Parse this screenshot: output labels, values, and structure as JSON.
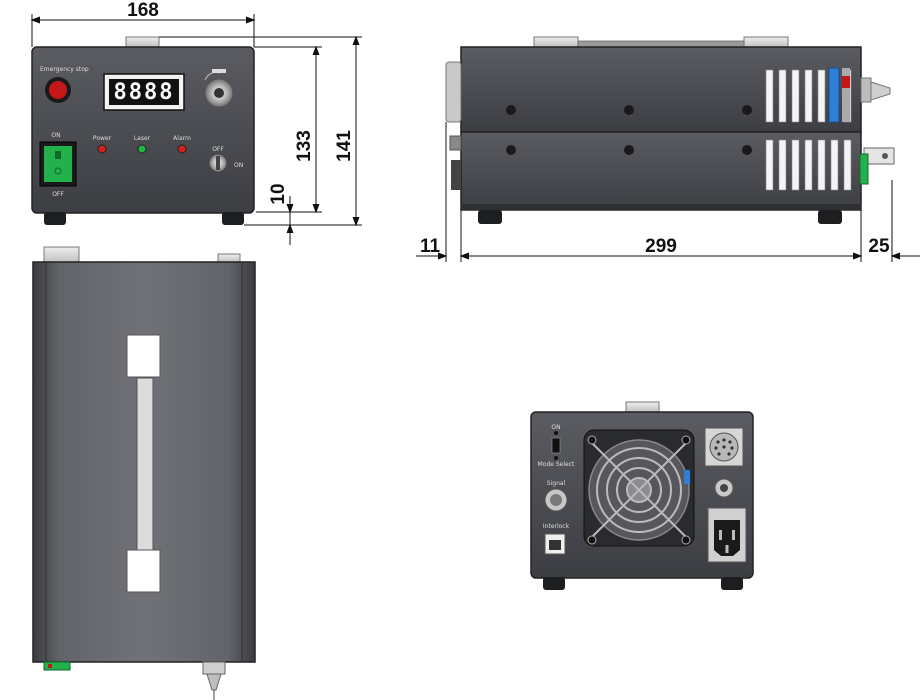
{
  "dimensions": {
    "front_width": "168",
    "front_body_height": "133",
    "front_total_height": "141",
    "foot_height": "10",
    "side_front_protrusion": "11",
    "side_length": "299",
    "side_rear_protrusion": "25"
  },
  "front_panel": {
    "emergency_label": "Emergency stop",
    "display_digits": "8888",
    "power_on": "ON",
    "power_off": "OFF",
    "indicator_1": "Power",
    "indicator_2": "Laser",
    "indicator_3": "Alarm",
    "key_off": "OFF",
    "key_on": "ON"
  },
  "rear_panel": {
    "label_on": "ON",
    "label_mode": "Mode Select",
    "label_signal": "Signal",
    "label_interlock": "Interlock"
  },
  "colors": {
    "body": "#4a4c52",
    "body_dark": "#2e3034",
    "estop": "#c41818",
    "switch": "#22b14c",
    "led_red": "#d81e1e",
    "led_green": "#1fb83a",
    "accent_blue": "#2f7fd8"
  }
}
